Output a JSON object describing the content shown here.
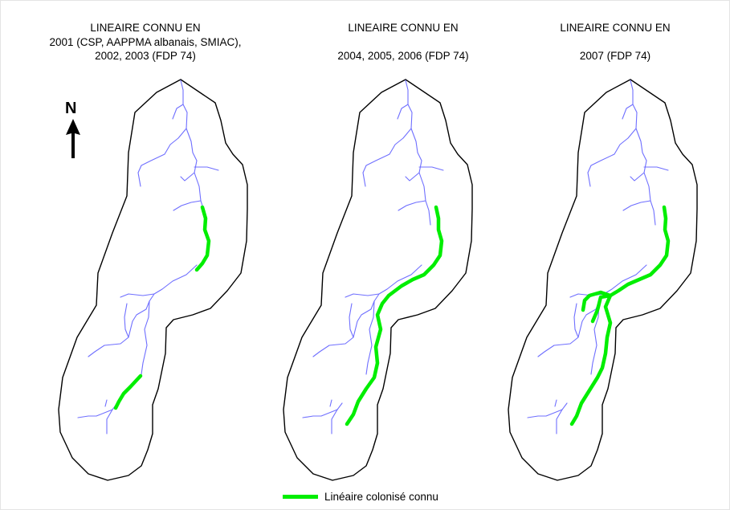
{
  "panels": [
    {
      "title_lines": [
        "LINEAIRE CONNU EN",
        "2001 (CSP, AAPPMA albanais, SMIAC),",
        "2002, 2003 (FDP 74)"
      ]
    },
    {
      "title_lines": [
        "LINEAIRE CONNU EN",
        "",
        "2004, 2005, 2006 (FDP 74)"
      ]
    },
    {
      "title_lines": [
        "LINEAIRE CONNU EN",
        "",
        "2007 (FDP 74)"
      ]
    }
  ],
  "north_arrow": {
    "label": "N"
  },
  "legend": {
    "label": "Linéaire colonisé connu",
    "color": "#00ee00"
  },
  "colors": {
    "river": "#6f6fff",
    "colonized": "#00ee00",
    "boundary": "#000000"
  }
}
